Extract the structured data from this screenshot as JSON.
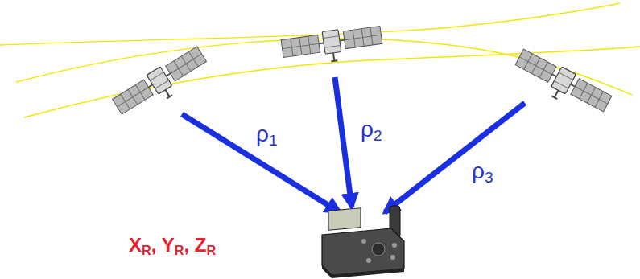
{
  "diagram": {
    "labels": [
      "ρ1",
      "ρ2",
      "ρ3",
      "XR, YR, ZR"
    ]
  }
}
